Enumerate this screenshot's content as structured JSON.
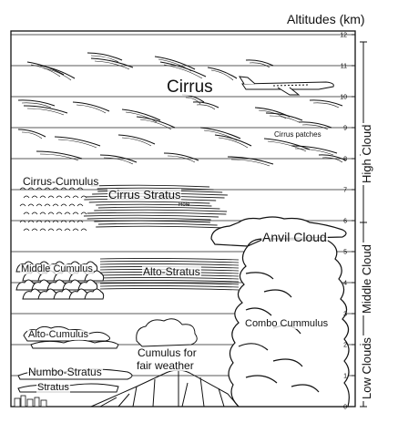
{
  "title": "Altitudes (km)",
  "axis": {
    "unit": "km",
    "range": [
      0,
      12
    ],
    "ticks": [
      "0",
      "1",
      "2",
      "3",
      "4",
      "5",
      "6",
      "7",
      "8",
      "9",
      "10",
      "11",
      "12"
    ]
  },
  "cloud_labels": {
    "cirrus": "Cirrus",
    "cirrus_patches": "Cirrus patches",
    "cirrus_cumulus": "Cirrus-Cumulus",
    "cirrus_stratus": "Cirrus Stratus",
    "hole": "Hole",
    "anvil_cloud": "Anvil Cloud",
    "middle_cumulus": "Middle Cumulus",
    "alto_stratus": "Alto-Stratus",
    "combo_cummulus": "Combo Cummulus",
    "alto_cumulus": "Alto-Cumulus",
    "cumulus_line1": "Cumulus for",
    "cumulus_line2": "fair weather",
    "numbo_stratus": "Numbo-Stratus",
    "stratus": "Stratus"
  },
  "bands": {
    "high": "High Cloud",
    "middle": "Middle Cloud",
    "low": "Low Clouds"
  }
}
